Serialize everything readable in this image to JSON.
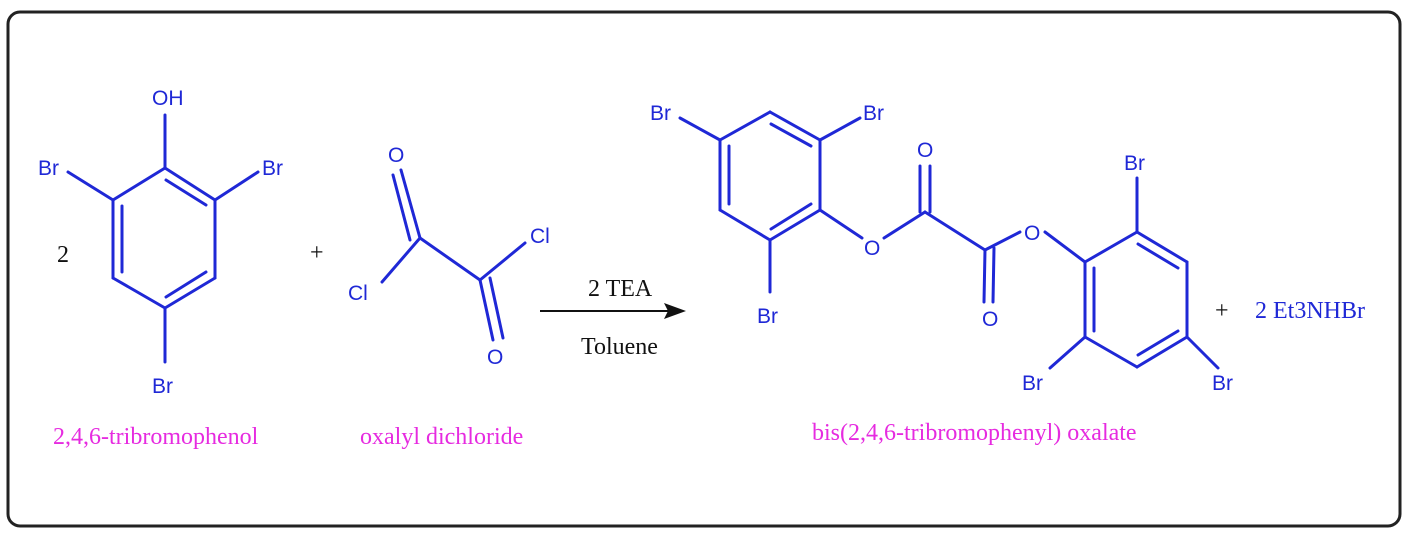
{
  "reactant1": {
    "coefficient": "2",
    "atoms": {
      "oh": "OH",
      "br_left": "Br",
      "br_right": "Br",
      "br_bottom": "Br"
    },
    "name": "2,4,6-tribromophenol"
  },
  "plus1": "+",
  "reactant2": {
    "atoms": {
      "o_top": "O",
      "o_bottom": "O",
      "cl_left": "Cl",
      "cl_right": "Cl"
    },
    "name": "oxalyl dichloride"
  },
  "arrow": {
    "above": "2 TEA",
    "below": "Toluene"
  },
  "product": {
    "atoms": {
      "br_top_left": "Br",
      "br_top_mid": "Br",
      "br_left_bottom": "Br",
      "o_carbonyl_top": "O",
      "o_ester_left": "O",
      "o_carbonyl_bottom": "O",
      "o_ester_right": "O",
      "br_right_top": "Br",
      "br_right_bottom_left": "Br",
      "br_right_bottom_right": "Br"
    },
    "name": "bis(2,4,6-tribromophenyl) oxalate"
  },
  "plus2": "+",
  "byproduct": "2 Et3NHBr",
  "colors": {
    "structure": "#1f28d6",
    "compound_name": "#e62be0",
    "text": "#111111",
    "frame": "#222222"
  }
}
